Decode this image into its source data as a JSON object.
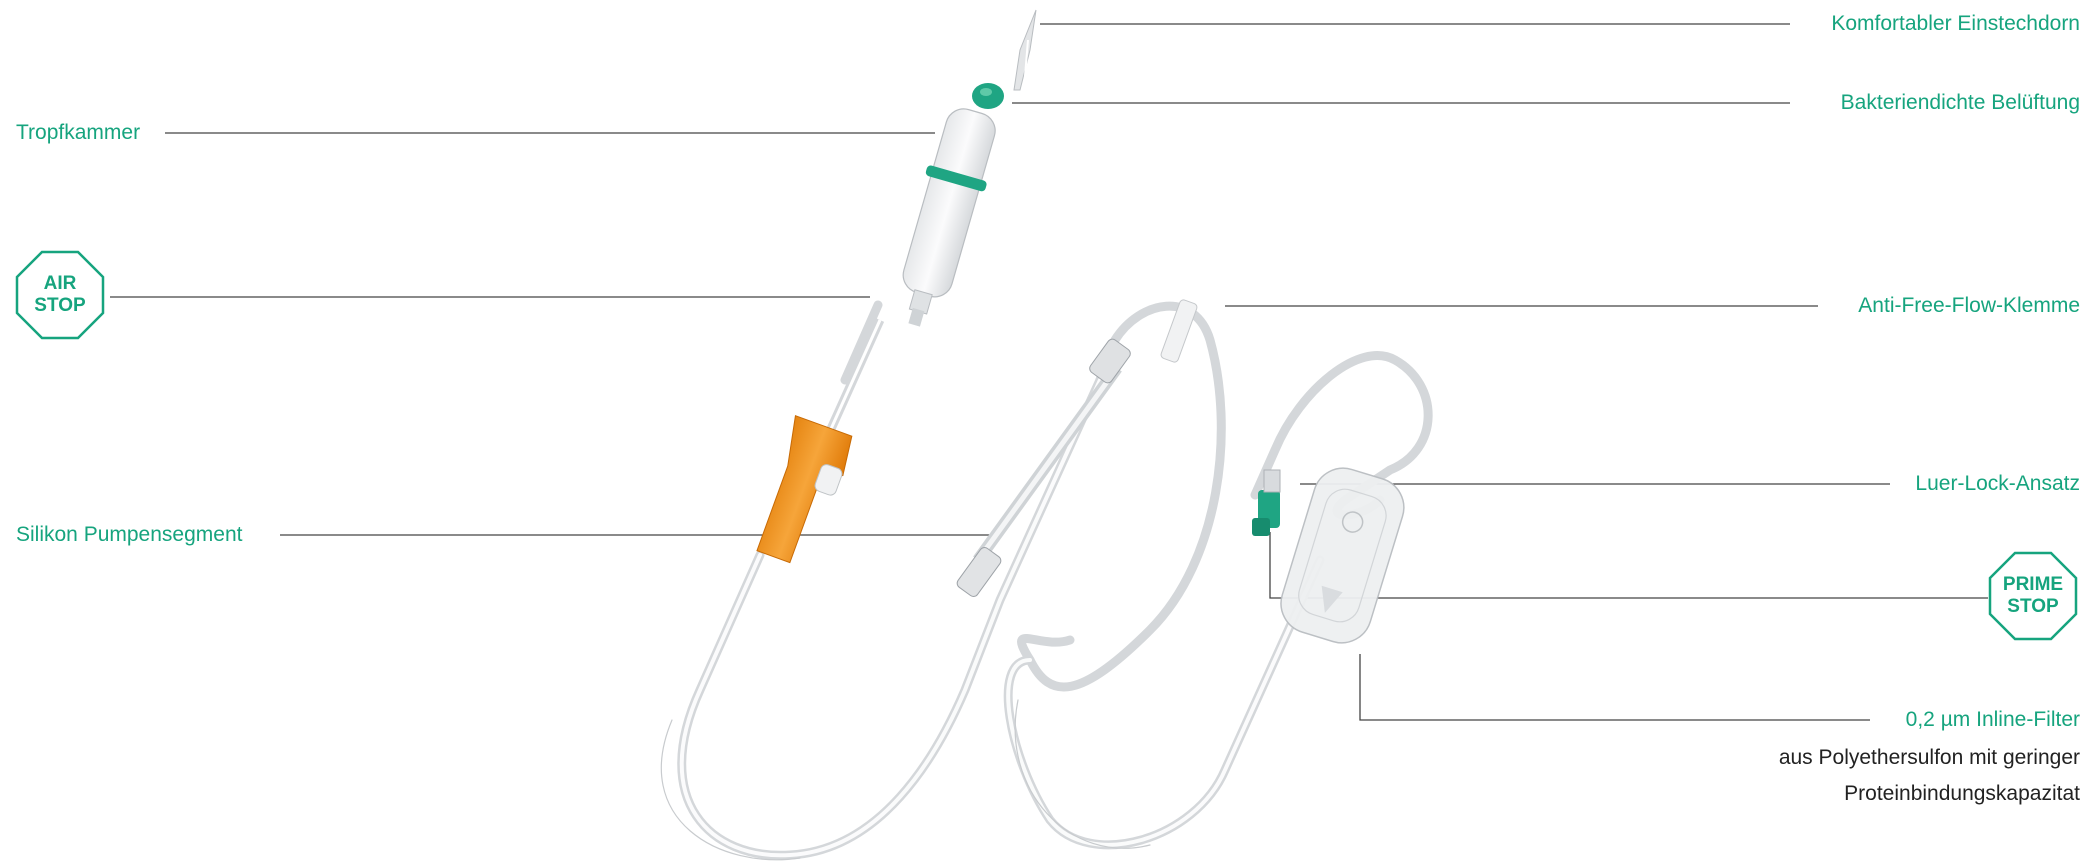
{
  "labels": {
    "spike": "Komfortabler Einstechdorn",
    "vent": "Bakteriendichte Belüftung",
    "drip_chamber": "Tropfkammer",
    "clamp": "Anti-Free-Flow-Klemme",
    "luer": "Luer-Lock-Ansatz",
    "pump_segment": "Silikon Pumpensegment",
    "filter": "0,2 µm Inline-Filter",
    "filter_desc_1": "aus Polyethersulfon mit geringer",
    "filter_desc_2": "Proteinbindungskapazitat"
  },
  "badges": {
    "air_1": "AIR",
    "air_2": "STOP",
    "prime_1": "PRIME",
    "prime_2": "STOP"
  },
  "colors": {
    "accent": "#16a47e",
    "orange": "#f0961c",
    "green_part": "#1fa583",
    "line": "#444444"
  }
}
